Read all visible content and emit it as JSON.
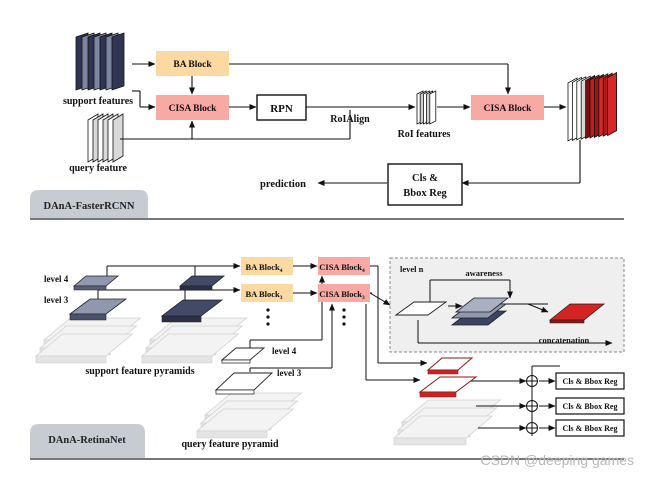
{
  "colors": {
    "ba": "#fbd9a0",
    "cisa": "#f8a9a4",
    "section_tag": "#c7ccd3",
    "dark_slab": "#3d4363",
    "mid_slab": "#8f98ae",
    "red": "#d42323"
  },
  "top": {
    "section_title": "DAnA-FasterRCNN",
    "support_label": "support features",
    "query_label": "query feature",
    "ba_block": "BA Block",
    "cisa_block_left": "CISA Block",
    "rpn": "RPN",
    "roialign": "RoIAlign",
    "roi_features": "RoI features",
    "cisa_block_right": "CISA Block",
    "head_line1": "Cls &",
    "head_line2": "Bbox Reg",
    "prediction": "prediction"
  },
  "bottom": {
    "section_title": "DAnA-RetinaNet",
    "support_level4": "level 4",
    "support_level3": "level 3",
    "support_pyramids_label": "support feature pyramids",
    "query_level4": "level 4",
    "query_level3": "level 3",
    "query_pyramid_label": "query feature pyramid",
    "ba_block_4": "BA Block",
    "ba_block_4_sub": "4",
    "ba_block_3": "BA Block",
    "ba_block_3_sub": "3",
    "cisa_block_4": "CISA Block",
    "cisa_block_4_sub": "4",
    "cisa_block_3": "CISA Block",
    "cisa_block_3_sub": "3",
    "inset_level": "level n",
    "inset_awareness": "awareness",
    "inset_concatenation": "concatenation",
    "heads": [
      "Cls & Bbox Reg",
      "Cls & Bbox Reg",
      "Cls & Bbox Reg"
    ]
  },
  "watermark": "CSDN @deeping games"
}
